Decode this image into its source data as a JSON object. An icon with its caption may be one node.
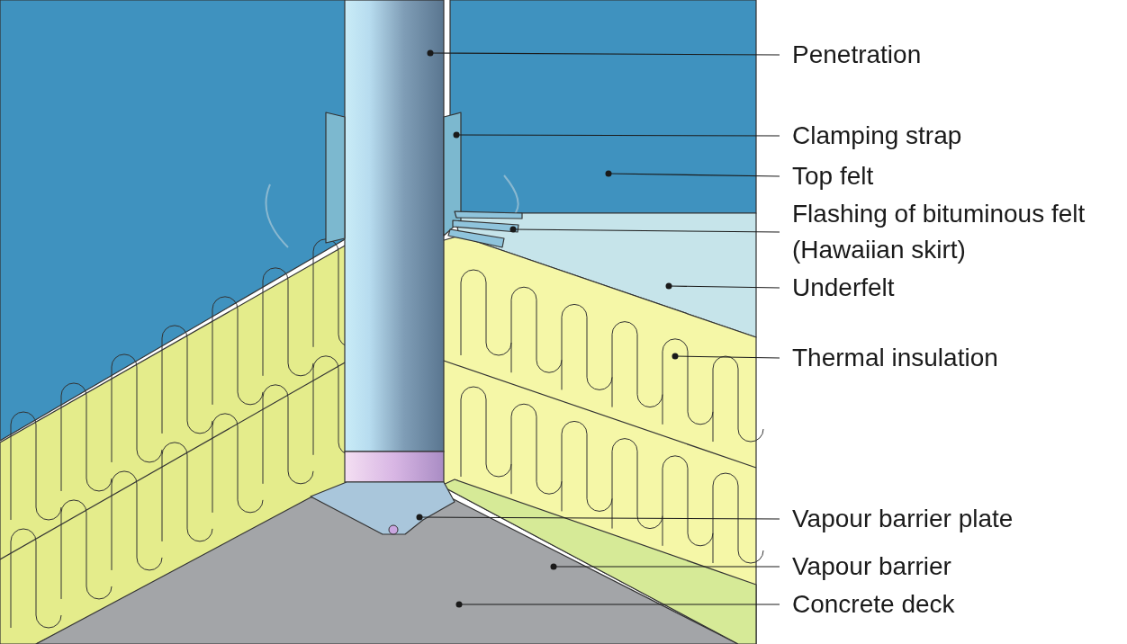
{
  "diagram": {
    "nodes": [
      {
        "text": [
          "Penetration"
        ]
      },
      {
        "text": [
          "Clamping strap"
        ]
      },
      {
        "text": [
          "Top felt"
        ]
      },
      {
        "text": [
          "Flashing of bituminous felt (Hawaiian skirt)"
        ]
      },
      {
        "text": [
          "Underfelt"
        ]
      },
      {
        "text": [
          "Thermal insulation"
        ]
      },
      {
        "text": [
          "Vapour barrier plate"
        ]
      },
      {
        "text": [
          "Vapour barrier"
        ]
      },
      {
        "text": [
          "Concrete deck"
        ]
      }
    ],
    "edges": [
      {
        "from": 0,
        "to": null,
        "arrow": "other"
      },
      {
        "from": 1,
        "to": null,
        "arrow": "other"
      },
      {
        "from": 2,
        "to": null,
        "arrow": "other"
      },
      {
        "from": 3,
        "to": null,
        "arrow": "other"
      },
      {
        "from": 4,
        "to": null,
        "arrow": "other"
      },
      {
        "from": 5,
        "to": null,
        "arrow": "other"
      },
      {
        "from": 6,
        "to": null,
        "arrow": "other"
      },
      {
        "from": 7,
        "to": null,
        "arrow": "other"
      },
      {
        "from": 8,
        "to": null,
        "arrow": "other"
      }
    ]
  }
}
